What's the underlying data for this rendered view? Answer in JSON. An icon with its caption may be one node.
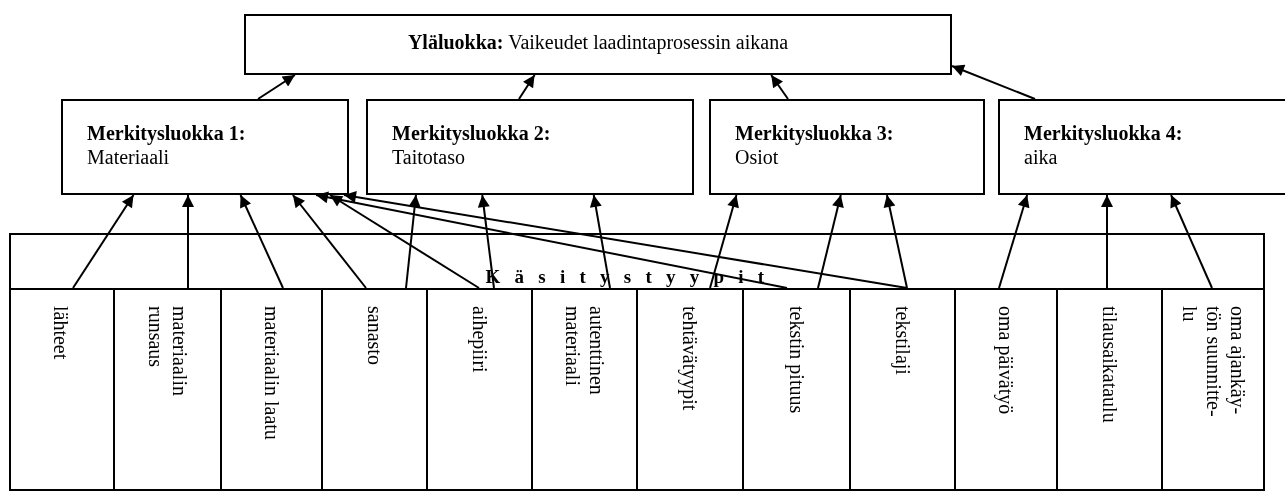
{
  "diagram": {
    "nodes": [
      {
        "text": [
          "**Yläluokka:** Vaikeudet laadintaprosessin aikana"
        ]
      },
      {
        "text": [
          "Merkitysluokka 1:",
          "Materiaali"
        ]
      },
      {
        "text": [
          "Merkitysluokka 2:",
          "Taitotaso"
        ]
      },
      {
        "text": [
          "Merkitysluokka 3:",
          "Osiot"
        ]
      },
      {
        "text": [
          "Merkitysluokka 4:",
          "aika"
        ]
      },
      {
        "text": [
          "Käsitystyypit"
        ]
      },
      {
        "text": [
          "lähteet"
        ],
        "in": 5
      },
      {
        "text": [
          "materiaalin runsaus"
        ],
        "in": 5
      },
      {
        "text": [
          "materiaalin laatu"
        ],
        "in": 5
      },
      {
        "text": [
          "sanasto"
        ],
        "in": 5
      },
      {
        "text": [
          "aihepiiri"
        ],
        "in": 5
      },
      {
        "text": [
          "autenttinen materiaali"
        ],
        "in": 5
      },
      {
        "text": [
          "tehtävätyypit"
        ],
        "in": 5
      },
      {
        "text": [
          "tekstin pituus"
        ],
        "in": 5
      },
      {
        "text": [
          "tekstilaji"
        ],
        "in": 5
      },
      {
        "text": [
          "oma päivätyö"
        ],
        "in": 5
      },
      {
        "text": [
          "tilausaikataulu"
        ],
        "in": 5
      },
      {
        "text": [
          "oma ajankäy- tön suunnitte- lu"
        ],
        "in": 5
      }
    ],
    "edges": [
      {
        "from": 1,
        "to": 0,
        "arrow": "to"
      },
      {
        "from": 2,
        "to": 0,
        "arrow": "to"
      },
      {
        "from": 3,
        "to": 0,
        "arrow": "to"
      },
      {
        "from": 4,
        "to": 0,
        "arrow": "to"
      },
      {
        "from": 6,
        "to": 1,
        "arrow": "to"
      },
      {
        "from": 7,
        "to": 1,
        "arrow": "to"
      },
      {
        "from": 8,
        "to": 1,
        "arrow": "to"
      },
      {
        "from": 9,
        "to": 1,
        "arrow": "to"
      },
      {
        "from": 10,
        "to": 1,
        "arrow": "to"
      },
      {
        "from": 13,
        "to": 1,
        "arrow": "to"
      },
      {
        "from": 14,
        "to": 1,
        "arrow": "to"
      },
      {
        "from": 9,
        "to": 2,
        "arrow": "to"
      },
      {
        "from": 10,
        "to": 2,
        "arrow": "to"
      },
      {
        "from": 11,
        "to": 2,
        "arrow": "to"
      },
      {
        "from": 12,
        "to": 3,
        "arrow": "to"
      },
      {
        "from": 13,
        "to": 3,
        "arrow": "to"
      },
      {
        "from": 14,
        "to": 3,
        "arrow": "to"
      },
      {
        "from": 15,
        "to": 4,
        "arrow": "to"
      },
      {
        "from": 16,
        "to": 4,
        "arrow": "to"
      },
      {
        "from": 17,
        "to": 4,
        "arrow": "to"
      }
    ]
  }
}
